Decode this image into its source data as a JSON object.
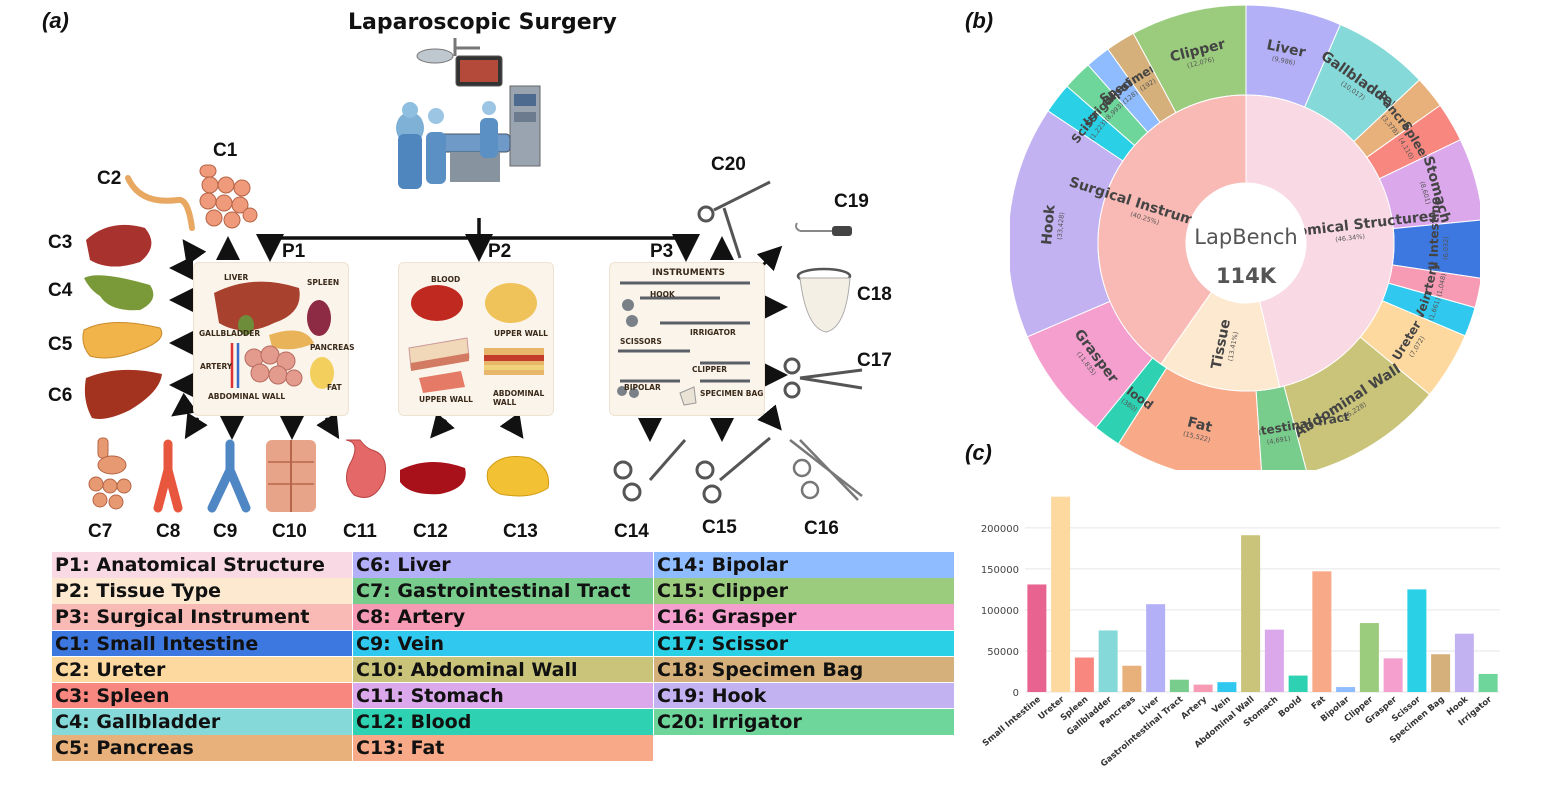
{
  "panel_a": {
    "label": "(a)",
    "title": "Laparoscopic Surgery",
    "p_labels": {
      "p1": "P1",
      "p2": "P2",
      "p3": "P3"
    },
    "p1_tags": {
      "liver": "LIVER",
      "spleen": "SPLEEN",
      "gallbladder": "GALLBLADDER",
      "pancreas": "PANCREAS",
      "artery": "ARTERY",
      "fat": "FAT",
      "abdominal_wall": "ABDOMINAL WALL"
    },
    "p2_tags": {
      "blood": "BLOOD",
      "upper_wall_a": "UPPER WALL",
      "upper_wall_b": "UPPER WALL",
      "abdominal_wall": "ABDOMINAL WALL"
    },
    "p3_tags": {
      "instruments": "INSTRUMENTS",
      "hook": "HOOK",
      "irrigator": "IRRIGATOR",
      "scissors": "SCISSORS",
      "clipper": "CLIPPER",
      "bipolar": "BIPOLAR",
      "specimen_bag": "SPECIMEN BAG"
    },
    "c_labels": {
      "c1": "C1",
      "c2": "C2",
      "c3": "C3",
      "c4": "C4",
      "c5": "C5",
      "c6": "C6",
      "c7": "C7",
      "c8": "C8",
      "c9": "C9",
      "c10": "C10",
      "c11": "C11",
      "c12": "C12",
      "c13": "C13",
      "c14": "C14",
      "c15": "C15",
      "c16": "C16",
      "c17": "C17",
      "c18": "C18",
      "c19": "C19",
      "c20": "C20"
    },
    "legend": [
      [
        {
          "text": "P1: Anatomical Structure",
          "color": "#f9d9e4"
        },
        {
          "text": "P2: Tissue Type",
          "color": "#fde9cf"
        },
        {
          "text": "P3: Surgical Instrument",
          "color": "#f9b9b4"
        },
        {
          "text": "C1: Small Intestine",
          "color": "#3d78e0"
        },
        {
          "text": "C2: Ureter",
          "color": "#fdd9a0"
        },
        {
          "text": "C3: Spleen",
          "color": "#f8877f"
        },
        {
          "text": "C4: Gallbladder",
          "color": "#86d9d9"
        },
        {
          "text": "C5: Pancreas",
          "color": "#e8b07a"
        }
      ],
      [
        {
          "text": "C6: Liver",
          "color": "#b3b0f7"
        },
        {
          "text": "C7: Gastrointestinal Tract",
          "color": "#78cc8c"
        },
        {
          "text": "C8: Artery",
          "color": "#f79ab4"
        },
        {
          "text": "C9: Vein",
          "color": "#30c8ee"
        },
        {
          "text": "C10: Abdominal Wall",
          "color": "#c9c47a"
        },
        {
          "text": "C11: Stomach",
          "color": "#dba8ec"
        },
        {
          "text": "C12: Blood",
          "color": "#2ed2b2"
        },
        {
          "text": "C13: Fat",
          "color": "#f8a988"
        }
      ],
      [
        {
          "text": "C14: Bipolar",
          "color": "#8fbcff"
        },
        {
          "text": "C15: Clipper",
          "color": "#9bcc7e"
        },
        {
          "text": "C16: Grasper",
          "color": "#f59fcf"
        },
        {
          "text": "C17: Scissor",
          "color": "#29d0e6"
        },
        {
          "text": "C18: Specimen Bag",
          "color": "#d6b07a"
        },
        {
          "text": "C19: Hook",
          "color": "#c2b2f2"
        },
        {
          "text": "C20: Irrigator",
          "color": "#6ed59b"
        }
      ]
    ]
  },
  "panel_b": {
    "label": "(b)",
    "center_title": "LapBench",
    "center_value": "114K",
    "chart_data": {
      "type": "sunburst",
      "inner": [
        {
          "name": "Anatomical Structures",
          "pct": "(46.34%)",
          "share": 46.34,
          "color": "#f9d9e4"
        },
        {
          "name": "Tissue",
          "pct": "(13.41%)",
          "share": 13.41,
          "color": "#fde9cf"
        },
        {
          "name": "Surgical Instruments",
          "pct": "(40.25%)",
          "share": 40.25,
          "color": "#f9b9b4"
        }
      ],
      "outer": [
        {
          "name": "Liver",
          "count": "(9,986)",
          "share": 8.41,
          "color": "#b3b0f7"
        },
        {
          "name": "Gallbladder",
          "count": "(10,017)",
          "share": 8.43,
          "color": "#86d9d9"
        },
        {
          "name": "Pancreas",
          "count": "(3,378)",
          "share": 2.85,
          "color": "#e8b07a"
        },
        {
          "name": "Spleen",
          "count": "(4,110)",
          "share": 3.46,
          "color": "#f8877f"
        },
        {
          "name": "Stomach",
          "count": "(8,601)",
          "share": 7.25,
          "color": "#dba8ec"
        },
        {
          "name": "Small Intestine",
          "count": "(6,032)",
          "share": 5.08,
          "color": "#3d78e0"
        },
        {
          "name": "Artery",
          "count": "(1,048)",
          "share": 2.6,
          "color": "#f79ab4"
        },
        {
          "name": "Vein",
          "count": "(1,661)",
          "share": 2.6,
          "color": "#30c8ee"
        },
        {
          "name": "Ureter",
          "count": "(7,072)",
          "share": 5.96,
          "color": "#fdd9a0"
        },
        {
          "name": "Abdominal Wall",
          "count": "(15,228)",
          "share": 12.83,
          "color": "#c9c47a"
        },
        {
          "name": "Gastrointestinal Tract",
          "count": "(4,691)",
          "share": 3.95,
          "color": "#78cc8c"
        },
        {
          "name": "Fat",
          "count": "(15,522)",
          "share": 13.08,
          "color": "#f8a988"
        },
        {
          "name": "Blood",
          "count": "(380)",
          "share": 2.4,
          "color": "#2ed2b2"
        },
        {
          "name": "Grasper",
          "count": "(11,835)",
          "share": 9.97,
          "color": "#f59fcf"
        },
        {
          "name": "Hook",
          "count": "(33,428)",
          "share": 20.5,
          "color": "#c2b2f2"
        },
        {
          "name": "Scissor",
          "count": "(1,223)",
          "share": 2.7,
          "color": "#29d0e6"
        },
        {
          "name": "Irrigator",
          "count": "(8,993)",
          "share": 2.6,
          "color": "#6ed59b"
        },
        {
          "name": "Bipolar",
          "count": "(128)",
          "share": 2.2,
          "color": "#8fbcff"
        },
        {
          "name": "Specimen Bag",
          "count": "(192)",
          "share": 2.6,
          "color": "#d6b07a"
        },
        {
          "name": "Clipper",
          "count": "(12,076)",
          "share": 10.17,
          "color": "#9bcc7e"
        }
      ]
    }
  },
  "panel_c": {
    "label": "(c)",
    "chart_data": {
      "type": "bar",
      "categories": [
        "Small Intestine",
        "Ureter",
        "Spleen",
        "Gallbladder",
        "Pancreas",
        "Liver",
        "Gastrointestinal Tract",
        "Artery",
        "Vein",
        "Abdominal Wall",
        "Stomach",
        "Boold",
        "Fat",
        "Bipolar",
        "Clipper",
        "Grasper",
        "Scissor",
        "Specimen Bag",
        "Hook",
        "Irrigator"
      ],
      "values": [
        131000,
        238000,
        42000,
        75000,
        32000,
        107000,
        15000,
        9000,
        12000,
        191000,
        76000,
        20000,
        147000,
        6000,
        84000,
        41000,
        125000,
        46000,
        71000,
        22000
      ],
      "colors": [
        "#e8638f",
        "#fdd9a0",
        "#f8877f",
        "#86d9d9",
        "#e8b07a",
        "#b3b0f7",
        "#78cc8c",
        "#f79ab4",
        "#30c8ee",
        "#c9c47a",
        "#dba8ec",
        "#2ed2b2",
        "#f8a988",
        "#8fbcff",
        "#9bcc7e",
        "#f59fcf",
        "#29d0e6",
        "#d6b07a",
        "#c2b2f2",
        "#6ed59b"
      ],
      "ylim": [
        0,
        240000
      ],
      "yticks": [
        0,
        50000,
        100000,
        150000,
        200000
      ],
      "ytick_labels": [
        "0",
        "50000",
        "100000",
        "150000",
        "200000"
      ],
      "grid": true
    }
  }
}
